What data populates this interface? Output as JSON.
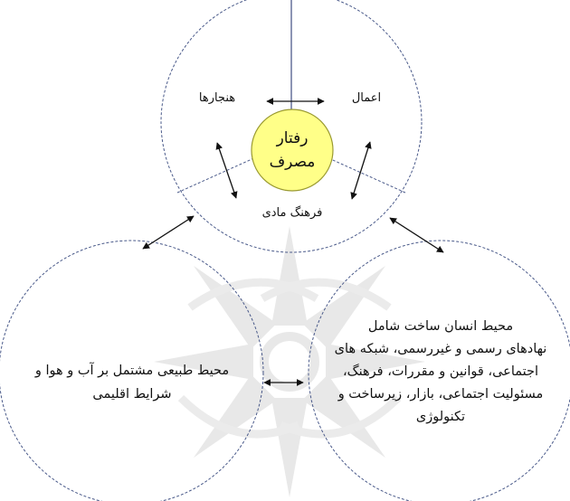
{
  "diagram": {
    "top_circle": {
      "labels": {
        "norms": "هنجارها",
        "actions": "اعمال",
        "material_culture": "فرهنگ مادی"
      },
      "center": {
        "line1": "رفتار",
        "line2": "مصرف"
      }
    },
    "natural_environment": {
      "line1": "محیط طبیعی مشتمل بر آب و هوا و",
      "line2": "شرایط اقلیمی"
    },
    "built_environment": {
      "line1": "محیط انسان ساخت شامل",
      "line2": "نهادهای رسمی و غیررسمی، شبکه های",
      "line3": "اجتماعی، قوانین و مقررات، فرهنگ،",
      "line4": "مسئولیت اجتماعی، بازار، زیرساخت و",
      "line5": "تکنولوژی"
    },
    "colors": {
      "circle_stroke": "#4a5a8a",
      "center_fill": "#ffff88",
      "center_stroke": "#9a9a30",
      "watermark": "#d8d8d8"
    }
  }
}
